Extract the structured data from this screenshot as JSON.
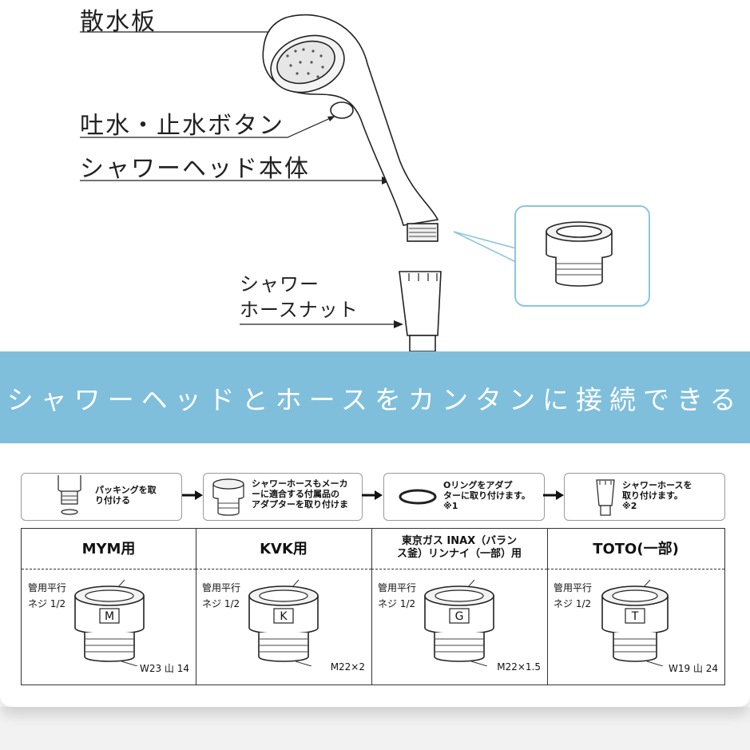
{
  "callouts": {
    "spray_plate": "散水板",
    "water_button": "吐水・止水ボタン",
    "head_body": "シャワーヘッド本体",
    "hose_nut": "シャワー\nホースナット"
  },
  "banner": {
    "text": "シャワーヘッドとホースをカンタンに接続できる"
  },
  "steps": [
    {
      "label": "パッキングを取\nり付ける"
    },
    {
      "label": "シャワーホースもメーカ\nーに適合する付属品の\nアダプターを取り付けま"
    },
    {
      "label": "Oリングをアダプ\nターに取り付けます。\n※1"
    },
    {
      "label": "シャワーホースを\n取り付けます。\n※2"
    }
  ],
  "adapters": [
    {
      "title": "MYM用",
      "thread": "管用平行\nネジ 1/2",
      "mark": "M",
      "size": "W23 山 14"
    },
    {
      "title": "KVK用",
      "thread": "管用平行\nネジ 1/2",
      "mark": "K",
      "size": "M22×2"
    },
    {
      "title": "東京ガス INAX（バラン\nス釜）リンナイ（一部）用",
      "thread": "管用平行\nネジ 1/2",
      "mark": "G",
      "size": "M22×1.5"
    },
    {
      "title": "TOTO(一部)",
      "thread": "管用平行\nネジ 1/2",
      "mark": "T",
      "size": "W19 山 24"
    }
  ],
  "colors": {
    "banner": "#7fbfdb",
    "callout_box": "#8cc6dd",
    "line": "#333333"
  }
}
